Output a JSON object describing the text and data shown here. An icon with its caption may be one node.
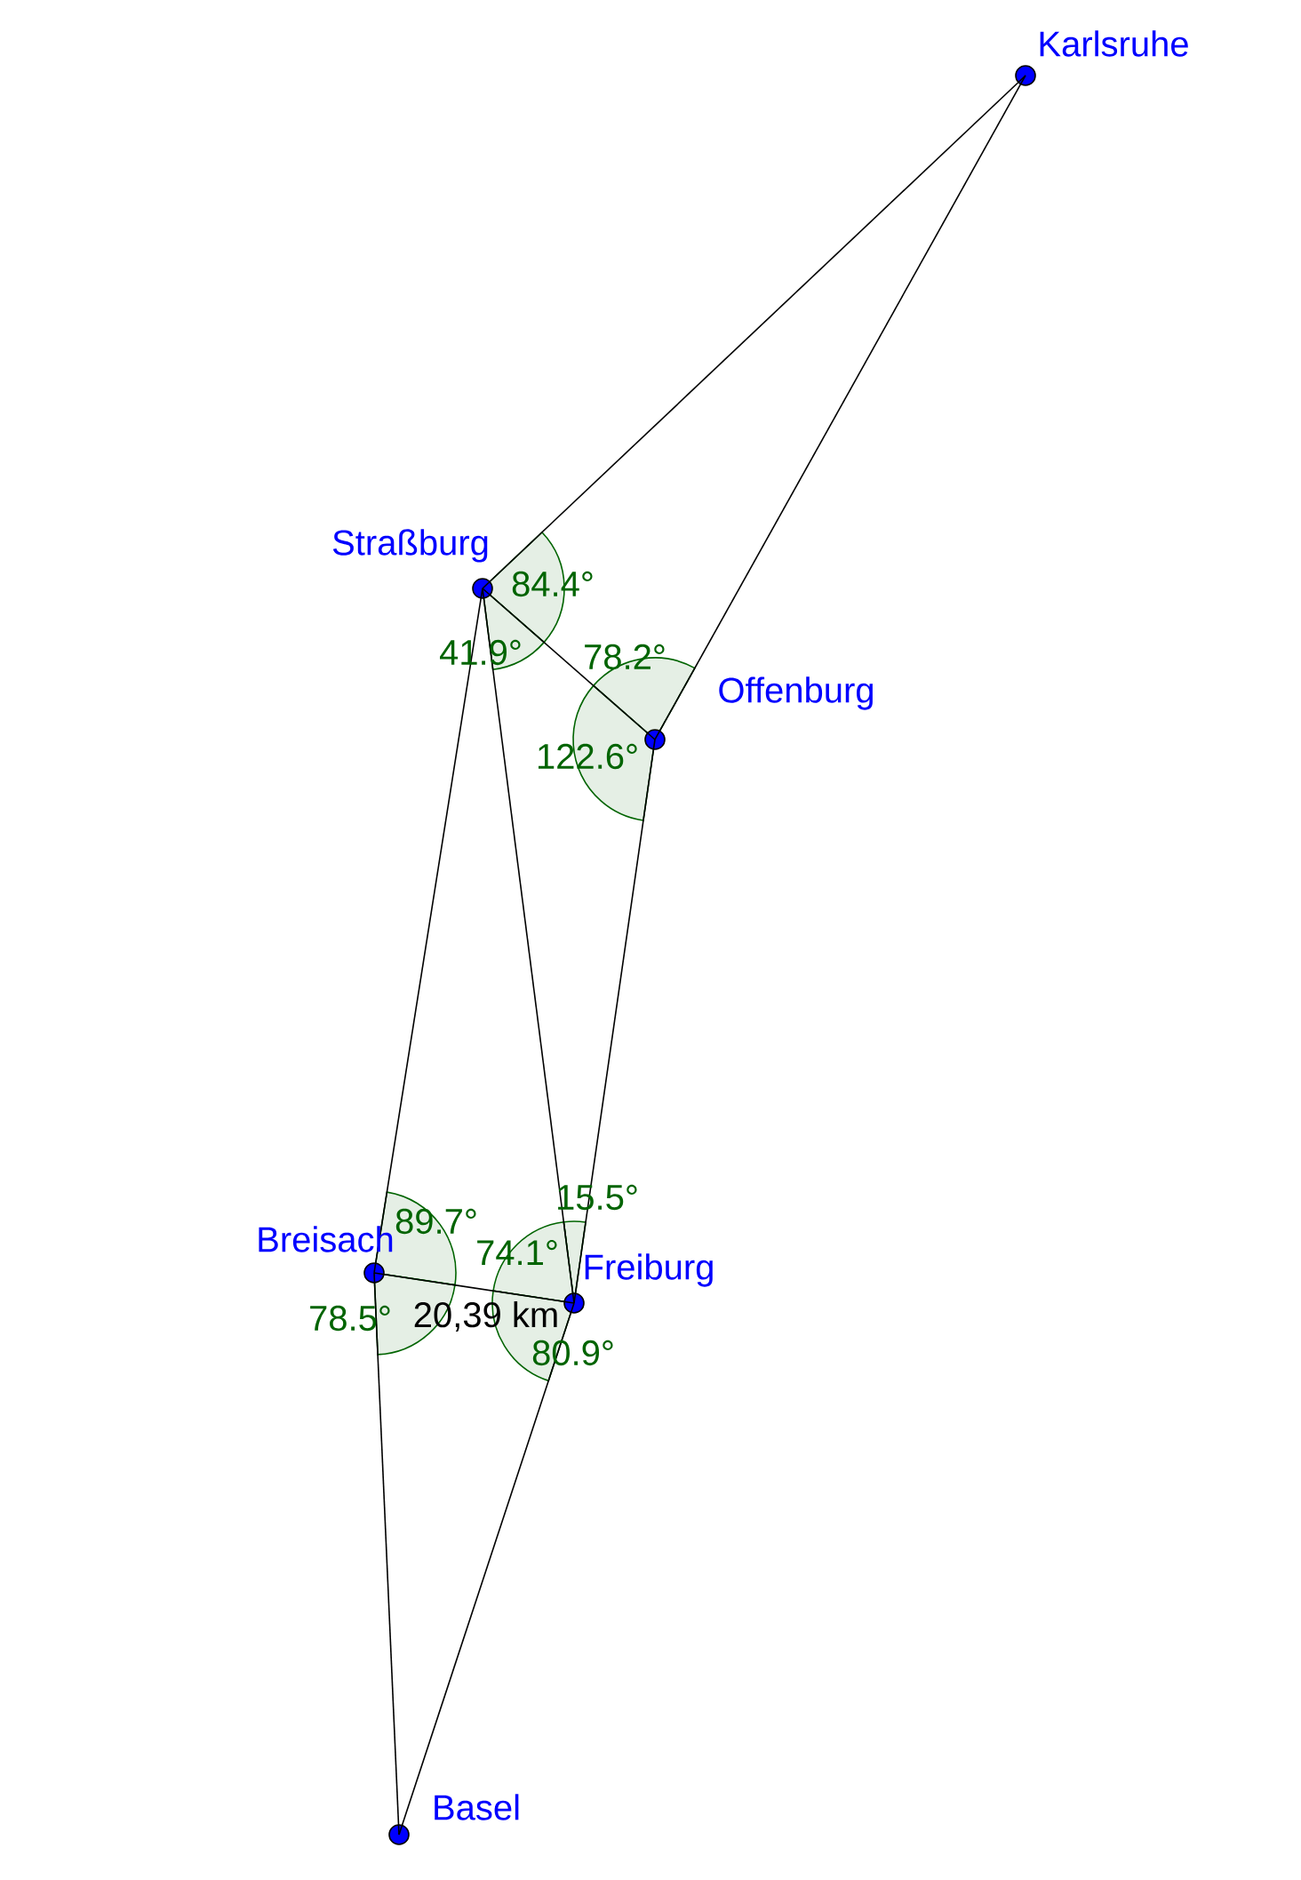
{
  "diagram": {
    "nodes": [
      {
        "text": [],
        "shape": "circle",
        "beside": [
          "Karlsruhe"
        ]
      },
      {
        "text": [],
        "shape": "circle",
        "beside": [
          "Straßburg"
        ]
      },
      {
        "text": [],
        "shape": "circle",
        "beside": [
          "Offenburg"
        ]
      },
      {
        "text": [],
        "shape": "circle",
        "beside": [
          "Breisach"
        ]
      },
      {
        "text": [],
        "shape": "circle",
        "beside": [
          "Freiburg"
        ]
      },
      {
        "text": [],
        "shape": "circle",
        "beside": [
          "Basel"
        ]
      }
    ],
    "edges": [
      {
        "from": 1,
        "to": 0,
        "arrow": "none"
      },
      {
        "from": 0,
        "to": 2,
        "arrow": "none"
      },
      {
        "from": 1,
        "to": 2,
        "arrow": "none"
      },
      {
        "from": 1,
        "to": 3,
        "arrow": "none"
      },
      {
        "from": 1,
        "to": 4,
        "arrow": "none"
      },
      {
        "from": 2,
        "to": 4,
        "arrow": "none"
      },
      {
        "from": 3,
        "to": 4,
        "arrow": "none",
        "label": "20,39 km"
      },
      {
        "from": 3,
        "to": 5,
        "arrow": "none"
      },
      {
        "from": 4,
        "to": 5,
        "arrow": "none"
      }
    ],
    "labels": [
      "84.4°",
      "41.9°",
      "78.2°",
      "122.6°",
      "15.5°",
      "89.7°",
      "74.1°",
      "78.5°",
      "80.9°"
    ]
  }
}
